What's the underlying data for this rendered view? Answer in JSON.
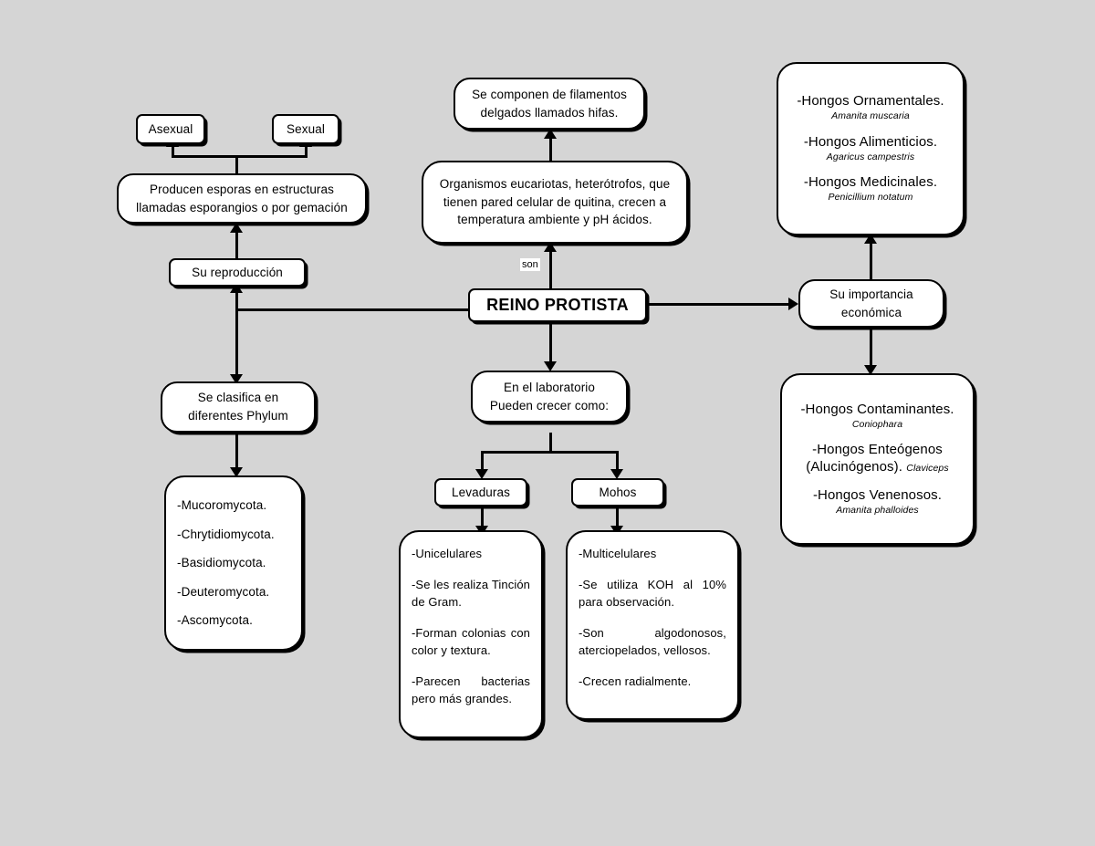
{
  "diagram": {
    "title": "REINO PROTISTA",
    "background_color": "#d5d5d5",
    "node_fill": "#ffffff",
    "stroke_color": "#000000"
  },
  "center": {
    "root": "REINO PROTISTA",
    "edge_label_son": "son",
    "traits": {
      "line1": "Organismos eucariotas, heterótrofos, que",
      "line2": "tienen pared celular de quitina, crecen a",
      "line3": "temperatura ambiente y pH ácidos."
    },
    "hifas": {
      "line1": "Se componen de filamentos",
      "line2": "delgados llamados hifas."
    },
    "lab": {
      "line1": "En el laboratorio",
      "line2": "Pueden crecer como:"
    },
    "levaduras": {
      "label": "Levaduras",
      "items": [
        "-Unicelulares",
        "-Se les realiza Tinción de Gram.",
        "-Forman colonias con color y textura.",
        "-Parecen bacterias pero más grandes."
      ]
    },
    "mohos": {
      "label": "Mohos",
      "items": [
        "-Multicelulares",
        "-Se utiliza KOH al 10% para observación.",
        "-Son algodonosos, aterciopelados, vellosos.",
        "-Crecen radialmente."
      ]
    }
  },
  "left": {
    "reproduction": "Su reproducción",
    "spores": {
      "line1": "Producen esporas en estructuras",
      "line2": "llamadas esporangios o  por gemación"
    },
    "asexual": "Asexual",
    "sexual": "Sexual",
    "classification": {
      "line1": "Se clasifica en",
      "line2": "diferentes Phylum"
    },
    "phylum_list": [
      "-Mucoromycota.",
      "-Chrytidiomycota.",
      "-Basidiomycota.",
      "-Deuteromycota.",
      "-Ascomycota."
    ]
  },
  "right": {
    "importance": {
      "line1": "Su importancia",
      "line2": "económica"
    },
    "beneficial": [
      {
        "heading": "-Hongos Ornamentales.",
        "species": "Amanita muscaria"
      },
      {
        "heading": "-Hongos Alimenticios.",
        "species": "Agaricus campestris"
      },
      {
        "heading": "-Hongos Medicinales.",
        "species": "Penicillium notatum"
      }
    ],
    "harmful": [
      {
        "heading": "-Hongos Contaminantes.",
        "species": "Coniophara",
        "inline": false
      },
      {
        "heading_line1": "-Hongos Enteógenos",
        "heading_line2": "(Alucinógenos).",
        "species": "Claviceps",
        "inline": true
      },
      {
        "heading": "-Hongos Venenosos.",
        "species": "Amanita phalloides",
        "inline": false
      }
    ]
  }
}
